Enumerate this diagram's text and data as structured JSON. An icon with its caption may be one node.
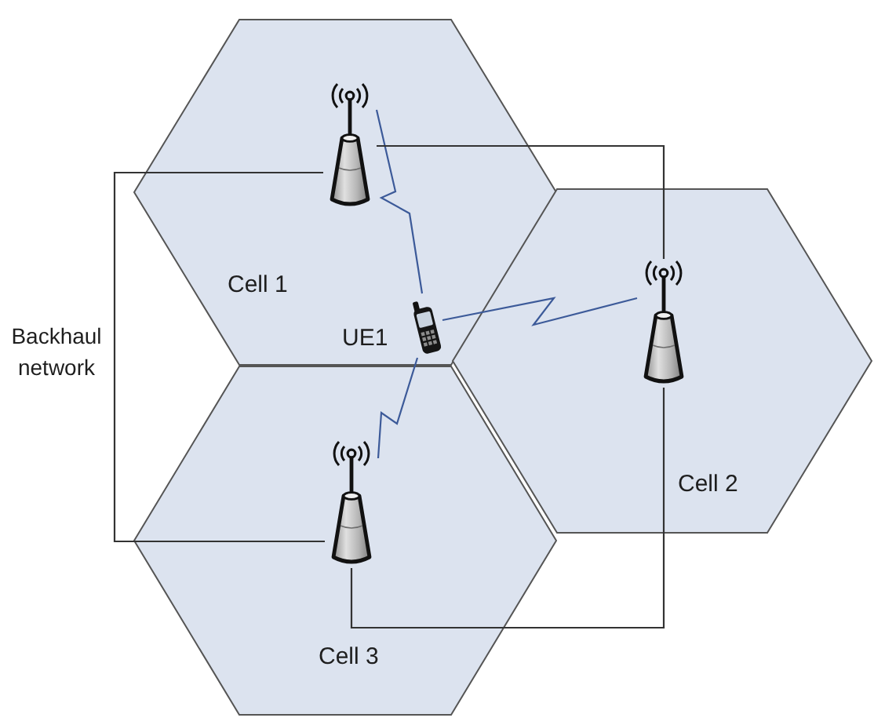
{
  "diagram": {
    "nodes": [
      {
        "text": [
          "Cell 1"
        ]
      },
      {
        "text": [],
        "shape": "picture",
        "in": 0
      },
      {
        "text": [],
        "shape": "picture",
        "beside": [
          "UE1"
        ],
        "in": 0
      },
      {
        "text": [
          "Cell 2"
        ]
      },
      {
        "text": [],
        "shape": "picture",
        "in": 3
      },
      {
        "text": [
          "Cell 3"
        ]
      },
      {
        "text": [],
        "shape": "picture",
        "in": 5
      }
    ],
    "edges": [
      {
        "from": 1,
        "to": 2,
        "arrow": "none",
        "color": "#3c5a99"
      },
      {
        "from": 2,
        "to": 4,
        "arrow": "none",
        "color": "#3c5a99"
      },
      {
        "from": 2,
        "to": 6,
        "arrow": "none",
        "color": "#3c5a99"
      },
      {
        "from": 1,
        "to": 6,
        "arrow": "none",
        "color": "#333333"
      },
      {
        "from": 1,
        "to": 4,
        "arrow": "none",
        "color": "#333333"
      },
      {
        "from": 4,
        "to": 6,
        "arrow": "none",
        "color": "#333333"
      }
    ],
    "labels": [
      "Backhaul network"
    ]
  }
}
